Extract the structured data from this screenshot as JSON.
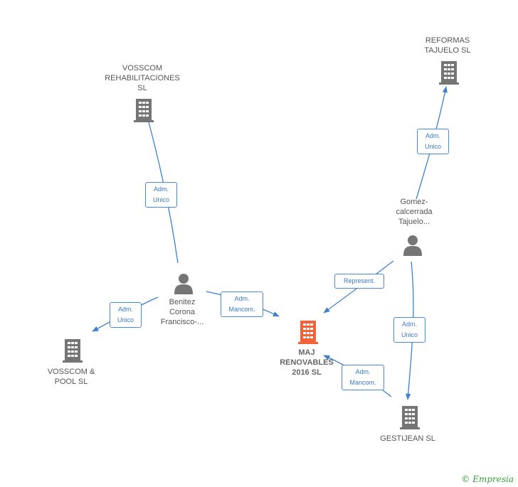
{
  "colors": {
    "edge": "#3d7fd1",
    "building": "#757575",
    "building_main": "#f4623a",
    "person": "#757575",
    "brand": "#3a9a3a"
  },
  "nodes": {
    "vosscom_rehab": {
      "label": "VOSSCOM\nREHABILITACIONES\nSL",
      "icon": "building-icon"
    },
    "reformas": {
      "label": "REFORMAS\nTAJUELO SL",
      "icon": "building-icon"
    },
    "gomez": {
      "label": "Gomez-\ncalcerrada\nTajuelo...",
      "icon": "person-icon"
    },
    "benitez": {
      "label": "Benitez\nCorona\nFrancisco-...",
      "icon": "person-icon"
    },
    "maj": {
      "label": "MAJ\nRENOVABLES\n2016 SL",
      "icon": "building-icon"
    },
    "vosscom_pool": {
      "label": "VOSSCOM &\nPOOL SL",
      "icon": "building-icon"
    },
    "gestijean": {
      "label": "GESTIJEAN SL",
      "icon": "building-icon"
    }
  },
  "edges": {
    "benitez_vosscom_rehab": "Adm.\nUnico",
    "gomez_reformas": "Adm.\nUnico",
    "gomez_maj": "Represent.",
    "benitez_maj": "Adm.\nMancom.",
    "benitez_vosscom_pool": "Adm.\nUnico",
    "gomez_gestijean": "Adm.\nUnico",
    "gestijean_maj": "Adm.\nMancom."
  },
  "brand": {
    "copyright": "©",
    "name": "Empresia"
  }
}
